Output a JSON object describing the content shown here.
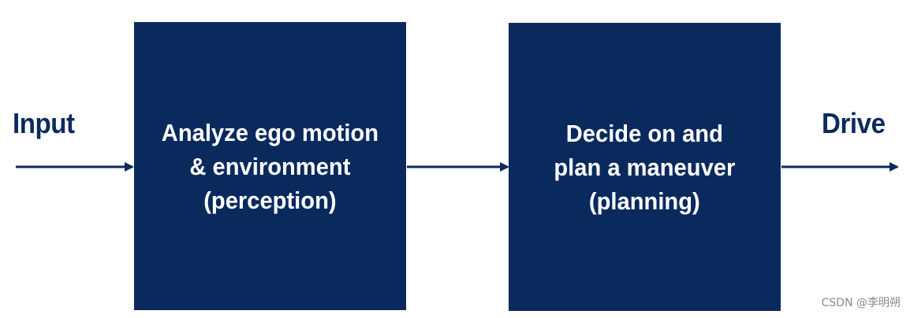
{
  "diagram": {
    "input_label": "Input",
    "output_label": "Drive",
    "boxes": [
      {
        "text": "Analyze ego motion\n& environment\n(perception)"
      },
      {
        "text": "Decide on and\nplan a maneuver\n(planning)"
      }
    ],
    "colors": {
      "box_fill": "#0a2a5e",
      "box_text": "#ffffff",
      "label_text": "#0b2a5e",
      "arrow": "#0b2a5e"
    }
  },
  "watermark": "CSDN @李明朔"
}
